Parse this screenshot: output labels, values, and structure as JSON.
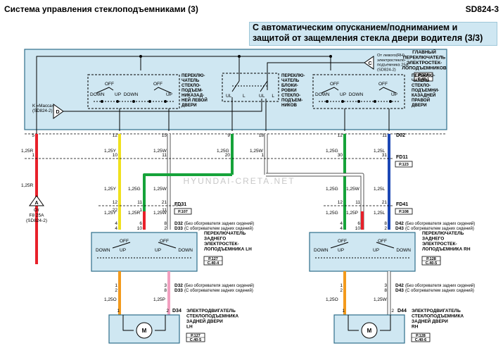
{
  "header": {
    "title": "Система управления стеклоподъемниками (3)",
    "code": "SD824-3"
  },
  "banner": {
    "line1": "С автоматическим опусканием/подниманием и",
    "line2": "защитой от защемления стекла двери водителя (3/3)"
  },
  "watermark": "HYUNDAI-CRETA.NET",
  "main_switch": {
    "label": [
      "ГЛАВНЫЙ",
      "ПЕРЕКЛЮЧАТЕЛЬ",
      "ЭЛЕКТРОСТЕК-",
      "ЛОПОДЪЕМНИКОВ"
    ],
    "ref_page": "P.124",
    "ref_code": "C.40-1",
    "from_rh": [
      "От левого(RH)",
      "электростекло-",
      "подъемника 25A",
      "(SD824-2)"
    ],
    "ground": [
      "K «Масса»",
      "(SD824-2)"
    ],
    "left_switch_label": [
      "ПЕРЕКЛЮ-",
      "ЧАТЕЛЬ",
      "СТЕКЛО-",
      "ПОДЪЕМ-",
      "НИКАЗАД-",
      "НЕЙ ЛЕВОЙ",
      "ДВЕРИ"
    ],
    "lock_switch_label": [
      "ПЕРЕКЛЮ-",
      "ЧАТЕЛЬ",
      "БЛОКИ-",
      "РОВКИ",
      "СТЕКЛО-",
      "ПОДЪЕМ-",
      "НИКОВ"
    ],
    "right_switch_label": [
      "ПЕРЕКЛЮ-",
      "ЧАТЕЛЬ",
      "СТЕКЛО-",
      "ПОДЪЕМНИ-",
      "КАЗАДНЕЙ",
      "ПРАВОЙ",
      "ДВЕРИ"
    ]
  },
  "switch_labels": {
    "off": "OFF",
    "down": "DOWN",
    "up": "UP",
    "ul": "UL",
    "l": "L",
    "motor": "M"
  },
  "connectors": {
    "d02": "D02",
    "fd11": "FD11",
    "fd11_ref": "P.123",
    "fd31": "FD31",
    "fd31_ref": "P.107",
    "fd41": "FD41",
    "fd41_ref": "P.108",
    "d32": "D32",
    "d33": "D33",
    "d42": "D42",
    "d43": "D43",
    "d34": "D34",
    "d44": "D44",
    "no_heat": "(Без обогревателя задних сидений)",
    "with_heat": "(С обогревателем задних сидений)"
  },
  "fuse_a": {
    "letter": "A",
    "from": [
      "От",
      "F8 25A",
      "(SD824-2)"
    ]
  },
  "rear_lh_switch": {
    "label": [
      "ПЕРЕКЛЮЧАТЕЛЬ",
      "ЗАДНЕГО",
      "ЭЛЕКТРОСТЕК-",
      "ЛОПОДЪЕМНИКА LH"
    ],
    "ref_page": "P.127",
    "ref_code": "C.40-4"
  },
  "rear_rh_switch": {
    "label": [
      "ПЕРЕКЛЮЧАТЕЛЬ",
      "ЗАДНЕГО",
      "ЭЛЕКТРОСТЕК-",
      "ЛОПОДЪЕМНИКА RH"
    ],
    "ref_page": "P.128",
    "ref_code": "C.40-5"
  },
  "lh_motor": {
    "label": [
      "ЭЛЕКТРОДВИГАТЕЛЬ",
      "СТЕКЛОПОДЪЕМНИКА",
      "ЗАДНЕЙ ДВЕРИ",
      "LH"
    ],
    "ref_page": "P.127",
    "ref_code": "C.40-5"
  },
  "rh_motor": {
    "label": [
      "ЭЛЕКТРОДВИГАТЕЛЬ",
      "СТЕКЛОПОДЪЕМНИКА",
      "ЗАДНЕЙ ДВЕРИ",
      "RH"
    ],
    "ref_page": "P.128",
    "ref_code": "C.40-6"
  },
  "pins": {
    "p5": "5",
    "p12": "12",
    "p15": "15",
    "p9": "9",
    "p18": "18",
    "p11": "11",
    "p1": "1",
    "p10": "10",
    "p20": "20",
    "p30": "30",
    "p31": "31",
    "p21": "21",
    "p22": "22",
    "p4": "4",
    "p6": "6",
    "p8": "8",
    "p3": "3",
    "p2": "2"
  },
  "wires": {
    "r125": "1,25R",
    "y125": "1,25Y",
    "w125": "1,25W",
    "g125": "1,25G",
    "l125": "1,25L",
    "p125": "1,25P",
    "o125": "1,25O"
  },
  "colors": {
    "red": "#e8202a",
    "yellow": "#f0e11e",
    "white_wire": "#ffffff",
    "green": "#16a33a",
    "blue": "#1c47b5",
    "orange": "#f39a1c",
    "pink": "#f2a0c0",
    "box_fill": "#cfe7f2",
    "box_stroke": "#2f6f8a"
  }
}
